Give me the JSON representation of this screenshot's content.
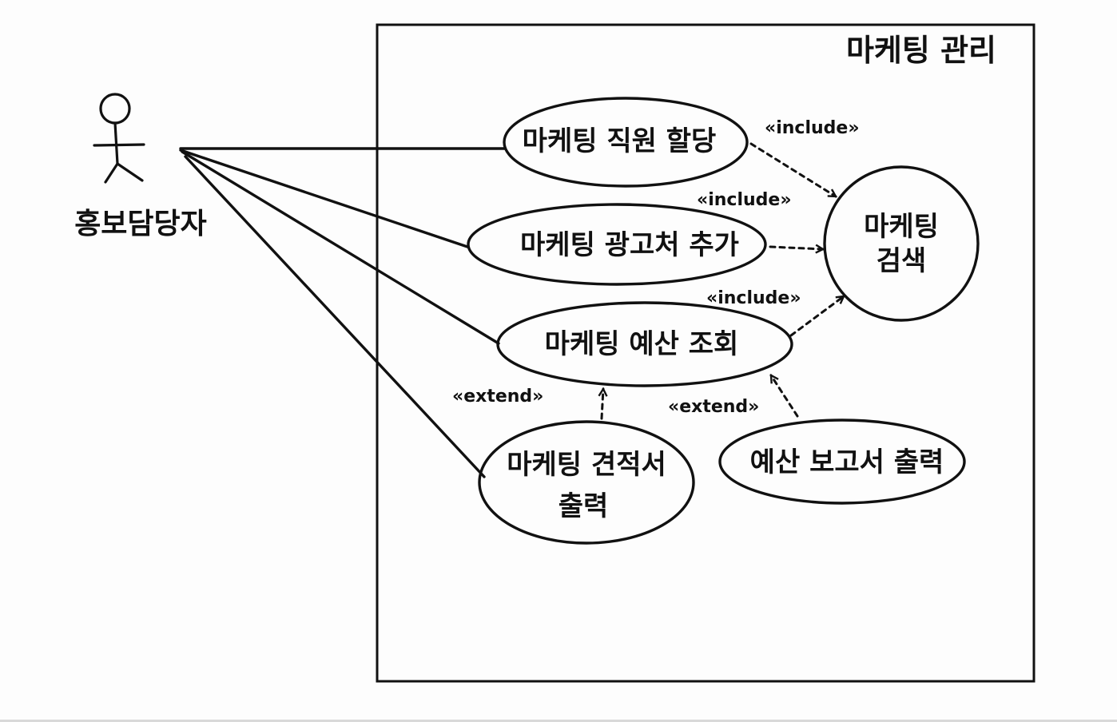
{
  "system": {
    "title": "마케팅 관리"
  },
  "actor": {
    "label": "홍보담당자"
  },
  "use_cases": {
    "assign_staff": {
      "label": "마케팅 직원 할당"
    },
    "add_advertiser": {
      "label": "마케팅 광고처 추가"
    },
    "search": {
      "line1": "마케팅",
      "line2": "검색"
    },
    "budget_query": {
      "label": "마케팅 예산 조회"
    },
    "print_quote": {
      "line1": "마케팅 견적서",
      "line2": "출력"
    },
    "print_budget_report": {
      "label": "예산 보고서 출력"
    }
  },
  "relationships": {
    "include_1": "«include»",
    "include_2": "«include»",
    "include_3": "«include»",
    "extend_1": "«extend»",
    "extend_2": "«extend»"
  }
}
